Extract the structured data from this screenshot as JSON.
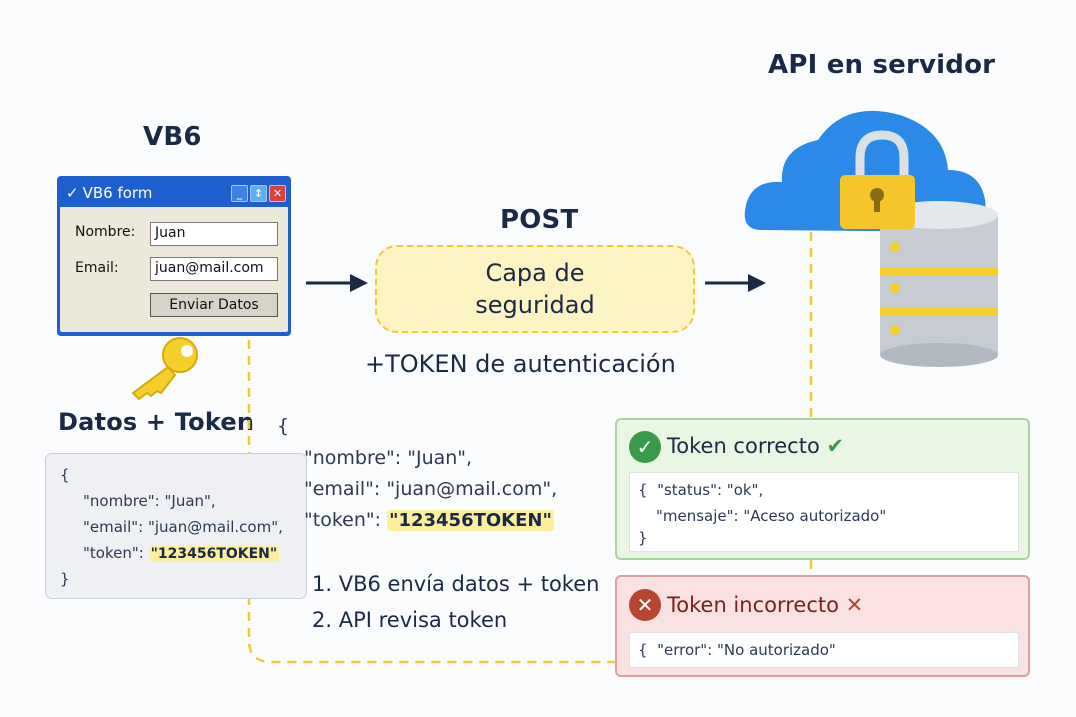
{
  "titles": {
    "vb6": "VB6",
    "api": "API en servidor",
    "post": "POST",
    "datos_token": "Datos + Token"
  },
  "vb6_form": {
    "window_title": "VB6 form",
    "title_icon": "✓",
    "buttons": {
      "minimize": "_",
      "maximize": "↕",
      "close": "✕"
    },
    "nombre_label": "Nombre:",
    "nombre_value": "Juan",
    "email_label": "Email:",
    "email_value": "juan@mail.com",
    "submit_label": "Enviar Datos"
  },
  "security_layer": {
    "line1": "Capa de",
    "line2": "seguridad",
    "caption": "+TOKEN de autenticación"
  },
  "request_json": {
    "open": "{",
    "close": "}",
    "nombre": "\"nombre\": \"Juan\",",
    "email": "\"email\": \"juan@mail.com\",",
    "token_key": "\"token\": ",
    "token_value": "\"123456TOKEN\""
  },
  "payload_json": {
    "open": "{",
    "nombre": "\"nombre\": \"Juan\",",
    "email": "\"email\": \"juan@mail.com\",",
    "token_key": "\"token\": ",
    "token_value": "\"123456TOKEN\""
  },
  "steps": [
    "1. VB6 envía datos + token",
    "2. API revisa token"
  ],
  "ok_result": {
    "title": "Token correcto",
    "title_mark": "✔",
    "json_line1": "{  \"status\": \"ok\",",
    "json_line2": "\"mensaje\": \"Aceso autorizado\"",
    "json_close": "}",
    "color": "#3a9a4a"
  },
  "error_result": {
    "title": "Token incorrecto",
    "title_mark": "✕",
    "json_line1": "{  \"error\": \"No autorizado\"",
    "color": "#b33a2a"
  },
  "colors": {
    "dashed_line": "#f0c93a",
    "arrow": "#1b2a44",
    "cloud": "#2b8ae8",
    "lock": "#f5c52a"
  }
}
